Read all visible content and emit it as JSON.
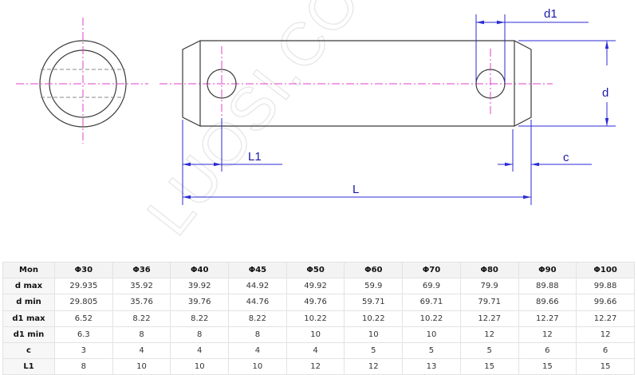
{
  "drawing": {
    "watermark": "LUOSI.COM",
    "dimension_labels": {
      "d1": "d1",
      "d": "d",
      "L1": "L1",
      "c": "c",
      "L": "L"
    },
    "colors": {
      "outline": "#3a3a3a",
      "center_line": "#e040c8",
      "dimension": "#2b2bd6",
      "hidden_line": "#8a8a8a"
    }
  },
  "table": {
    "header": [
      "Mon",
      "Φ30",
      "Φ36",
      "Φ40",
      "Φ45",
      "Φ50",
      "Φ60",
      "Φ70",
      "Φ80",
      "Φ90",
      "Φ100"
    ],
    "rows": [
      {
        "label": "d max",
        "values": [
          "29.935",
          "35.92",
          "39.92",
          "44.92",
          "49.92",
          "59.9",
          "69.9",
          "79.9",
          "89.88",
          "99.88"
        ]
      },
      {
        "label": "d min",
        "values": [
          "29.805",
          "35.76",
          "39.76",
          "44.76",
          "49.76",
          "59.71",
          "69.71",
          "79.71",
          "89.66",
          "99.66"
        ]
      },
      {
        "label": "d1 max",
        "values": [
          "6.52",
          "8.22",
          "8.22",
          "8.22",
          "10.22",
          "10.22",
          "10.22",
          "12.27",
          "12.27",
          "12.27"
        ]
      },
      {
        "label": "d1 min",
        "values": [
          "6.3",
          "8",
          "8",
          "8",
          "10",
          "10",
          "10",
          "12",
          "12",
          "12"
        ]
      },
      {
        "label": "c",
        "values": [
          "3",
          "4",
          "4",
          "4",
          "4",
          "5",
          "5",
          "5",
          "6",
          "6"
        ]
      },
      {
        "label": "L1",
        "values": [
          "8",
          "10",
          "10",
          "10",
          "12",
          "12",
          "13",
          "15",
          "15",
          "15"
        ]
      }
    ]
  }
}
